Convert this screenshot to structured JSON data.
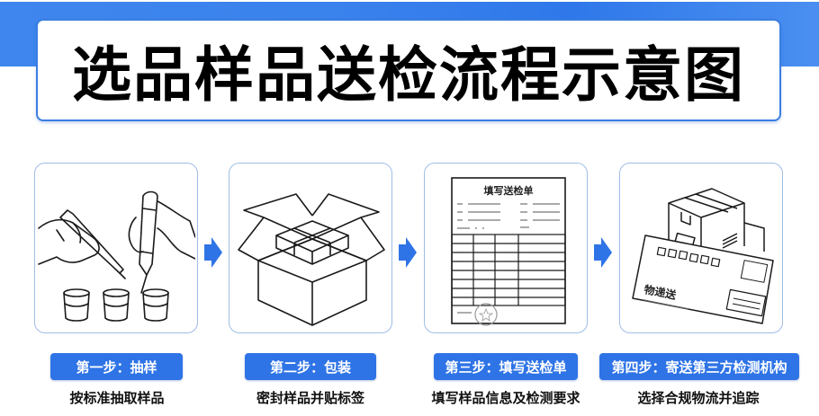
{
  "title": "选品样品送检流程示意图",
  "colors": {
    "band": "#3a82ec",
    "badge": "#2f74e6",
    "arrow": "#2f74e6",
    "card_border": "#9dbde6"
  },
  "steps": [
    {
      "badge": "第一步：抽样",
      "description": "按标准抽取样品",
      "illustration": "hands-pipette-sampling-cups"
    },
    {
      "badge": "第二步：包装",
      "description": "密封样品并贴标签",
      "illustration": "open-cardboard-box-with-packages"
    },
    {
      "badge": "第三步：填写送检单",
      "description": "填写样品信息及检测要求",
      "illustration": "inspection-form-document",
      "form_title": "填写送检单"
    },
    {
      "badge": "第四步：寄送第三方检测机构",
      "description": "选择合规物流并追踪",
      "illustration": "parcels-and-envelope",
      "envelope_text": "物递送"
    }
  ]
}
